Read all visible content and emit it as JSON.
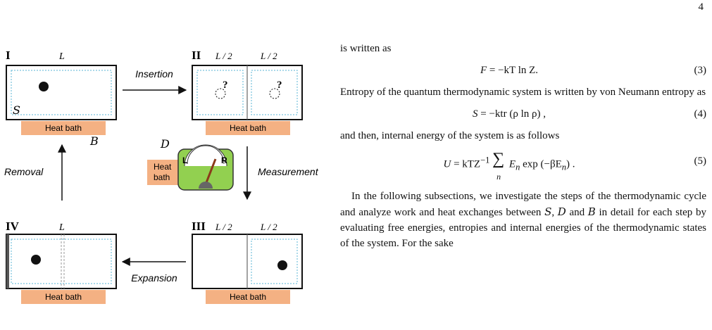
{
  "page_number": "4",
  "diagram": {
    "labels": {
      "I": "I",
      "II": "II",
      "III": "III",
      "IV": "IV",
      "L": "L",
      "L_half": "L / 2",
      "S": "S",
      "B": "B",
      "D": "D",
      "question": "?"
    },
    "steps": {
      "insertion": "Insertion",
      "measurement": "Measurement",
      "expansion": "Expansion",
      "removal": "Removal"
    },
    "heat_bath": "Heat bath",
    "meter": {
      "heat_line1": "Heat",
      "heat_line2": "bath",
      "left": "L",
      "right": "R"
    },
    "colors": {
      "heat_bath": "#f4b183",
      "meter_body": "#92d050",
      "dotted": "#5ab4d6",
      "needle": "#8b3a1a"
    }
  },
  "text": {
    "p1": "is written as",
    "eq3": {
      "lhs": "F",
      "rhs": "= −kT ln Z.",
      "num": "(3)"
    },
    "p2": "Entropy of the quantum thermodynamic system is written by von Neumann entropy as",
    "eq4": {
      "lhs": "S",
      "rhs": "= −ktr (ρ ln ρ) ,",
      "num": "(4)"
    },
    "p3": "and then, internal energy of the system is as follows",
    "eq5": {
      "lhs": "U",
      "mid": "= kTZ",
      "sup": "−1",
      "sum": "∑",
      "sub": "n",
      "rhs": "E",
      "rhs_sub": "n",
      "tail": " exp (−βE",
      "tail_sub": "n",
      "end": ") .",
      "num": "(5)"
    },
    "p4a": "In the following subsections, we investigate the steps of the thermodynamic cycle and analyze work and heat exchanges between ",
    "p4_S": "S",
    "p4_sep1": ", ",
    "p4_D": "D",
    "p4_and": " and ",
    "p4_B": "B",
    "p4b": " in detail for each step by evaluating free energies, entropies and internal energies of the thermodynamic states of the system. For the sake"
  }
}
